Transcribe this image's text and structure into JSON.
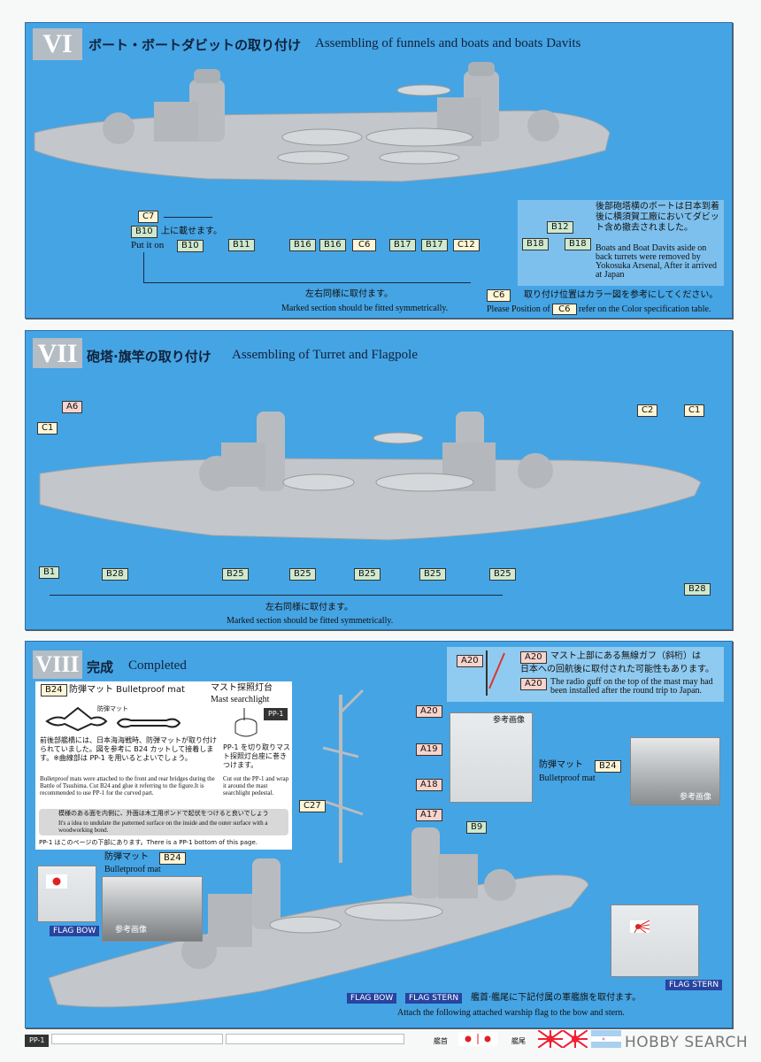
{
  "colors": {
    "section_bg": "#45a4e4",
    "part_b": "#cfe9cf",
    "part_c": "#fff6d6",
    "part_a": "#f8d4cc",
    "flag_label": "#2744a0",
    "ship": "#c3c7cb"
  },
  "s6": {
    "num": "VI",
    "title_jp": "ボート・ボートダビットの取り付け",
    "title_en": "Assembling of funnels and boats and boats Davits",
    "labels": [
      "C7",
      "B10",
      "B10",
      "B11",
      "B16",
      "B16",
      "C6",
      "B17",
      "B17",
      "C12",
      "B12",
      "B18",
      "B18",
      "C6",
      "C6"
    ],
    "put_jp": "上に載せます。",
    "put_en": "Put it on",
    "sym_jp": "左右同様に取付ます。",
    "sym_en": "Marked section should be fitted symmetrically.",
    "note_jp": "後部砲塔横のボートは日本到着後に横須賀工廠においてダビット含め撤去されました。",
    "note_en": "Boats and Boat Davits aside on back turrets were removed by Yokosuka Arsenal, After it arrived at Japan",
    "c6_jp": "取り付け位置はカラー図を参考にしてください。",
    "c6_en_a": "Please Position of",
    "c6_en_b": "refer on the Color specification table."
  },
  "s7": {
    "num": "VII",
    "title_jp": "砲塔·旗竿の取り付け",
    "title_en": "Assembling of Turret and Flagpole",
    "labels": [
      "A6",
      "C1",
      "C2",
      "C1",
      "B1",
      "B28",
      "B25",
      "B25",
      "B25",
      "B25",
      "B25",
      "B28"
    ],
    "sym_jp": "左右同様に取付ます。",
    "sym_en": "Marked section should be fitted symmetrically."
  },
  "s8": {
    "num": "VIII",
    "title_jp": "完成",
    "title_en": "Completed",
    "mat": {
      "part": "B24",
      "title": "防弾マット Bulletproof mat",
      "diagram_label": "防弾マット",
      "searchlight_jp": "マスト探照灯台",
      "searchlight_en": "Mast searchlight",
      "pp": "PP-1",
      "jp": "前後部艦橋には、日本海海戦時、防弾マットが取り付けられていました。図を参考に B24 カットして接着します。※曲線部は PP-1 を用いるとよいでしょう。",
      "en": "Bulletproof mats were attached to the front and rear bridges during the Battle of Tsushima. Cut B24 and glue it referring to the figure.It is recommended to use PP-1 for the curved part.",
      "sl_jp": "PP-1 を切り取りマスト探照灯台座に巻きつけます。",
      "sl_en": "Cut out the PP-1 and wrap it around the mast searchlight pedestal.",
      "tip_jp": "模様のある面を内側に、外面は木工用ボンドで起伏をつけると良いでしょう",
      "tip_en": "It's a idea to undulate the patterned surface on the inside and the outer surface with a woodworking bond.",
      "foot": "PP-1 はこのページの下部にあります。There is a PP-1 bottom of this page."
    },
    "a20": {
      "part": "A20",
      "jp1": "マスト上部にある無線ガフ（斜桁）は",
      "jp2": "日本への回航後に取付された可能性もあります。",
      "en": "The radio guff on the top  of the mast may had been installed after the round trip to Japan."
    },
    "labels": [
      "A20",
      "A19",
      "A18",
      "A17",
      "C27",
      "B9"
    ],
    "ref_photo": "参考画像",
    "mat_jp": "防弾マット",
    "mat_part": "B24",
    "mat_en": "Bulletproof mat",
    "flag_bow": "FLAG BOW",
    "flag_stern": "FLAG STERN",
    "flag_jp": "艦首·艦尾に下記付属の軍艦旗を取付ます。",
    "flag_en": "Attach the following attached warship flag to the bow and stern."
  },
  "footer": {
    "pp": "PP-1",
    "bow": "艦首",
    "stern": "艦尾",
    "logo": "HOBBY SEARCH"
  }
}
